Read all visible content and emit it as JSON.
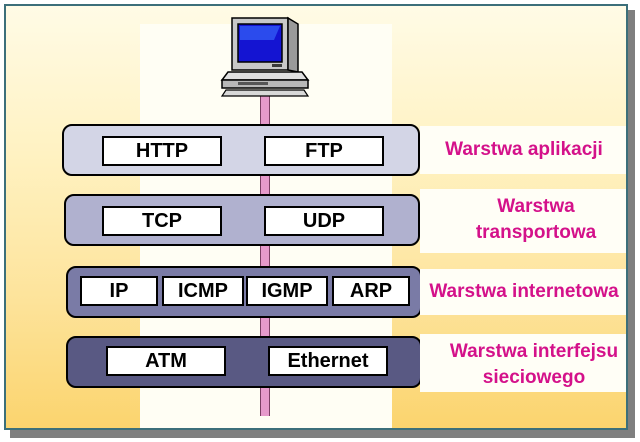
{
  "layers": [
    {
      "id": "application",
      "label_lines": [
        "Warstwa aplikacji"
      ],
      "protocols": [
        "HTTP",
        "FTP"
      ],
      "fill": "#d3d5e6"
    },
    {
      "id": "transport",
      "label_lines": [
        "Warstwa",
        "transportowa"
      ],
      "protocols": [
        "TCP",
        "UDP"
      ],
      "fill": "#b0b1cf"
    },
    {
      "id": "internet",
      "label_lines": [
        "Warstwa internetowa"
      ],
      "protocols": [
        "IP",
        "ICMP",
        "IGMP",
        "ARP"
      ],
      "fill": "#7a7ba6"
    },
    {
      "id": "network-interface",
      "label_lines": [
        "Warstwa interfejsu",
        "sieciowego"
      ],
      "protocols": [
        "ATM",
        "Ethernet"
      ],
      "fill": "#595983"
    }
  ],
  "colors": {
    "label_text": "#d4118a",
    "cable": "#e69acb",
    "frame_border": "#3c6f7a"
  },
  "icons": [
    "computer-icon"
  ]
}
